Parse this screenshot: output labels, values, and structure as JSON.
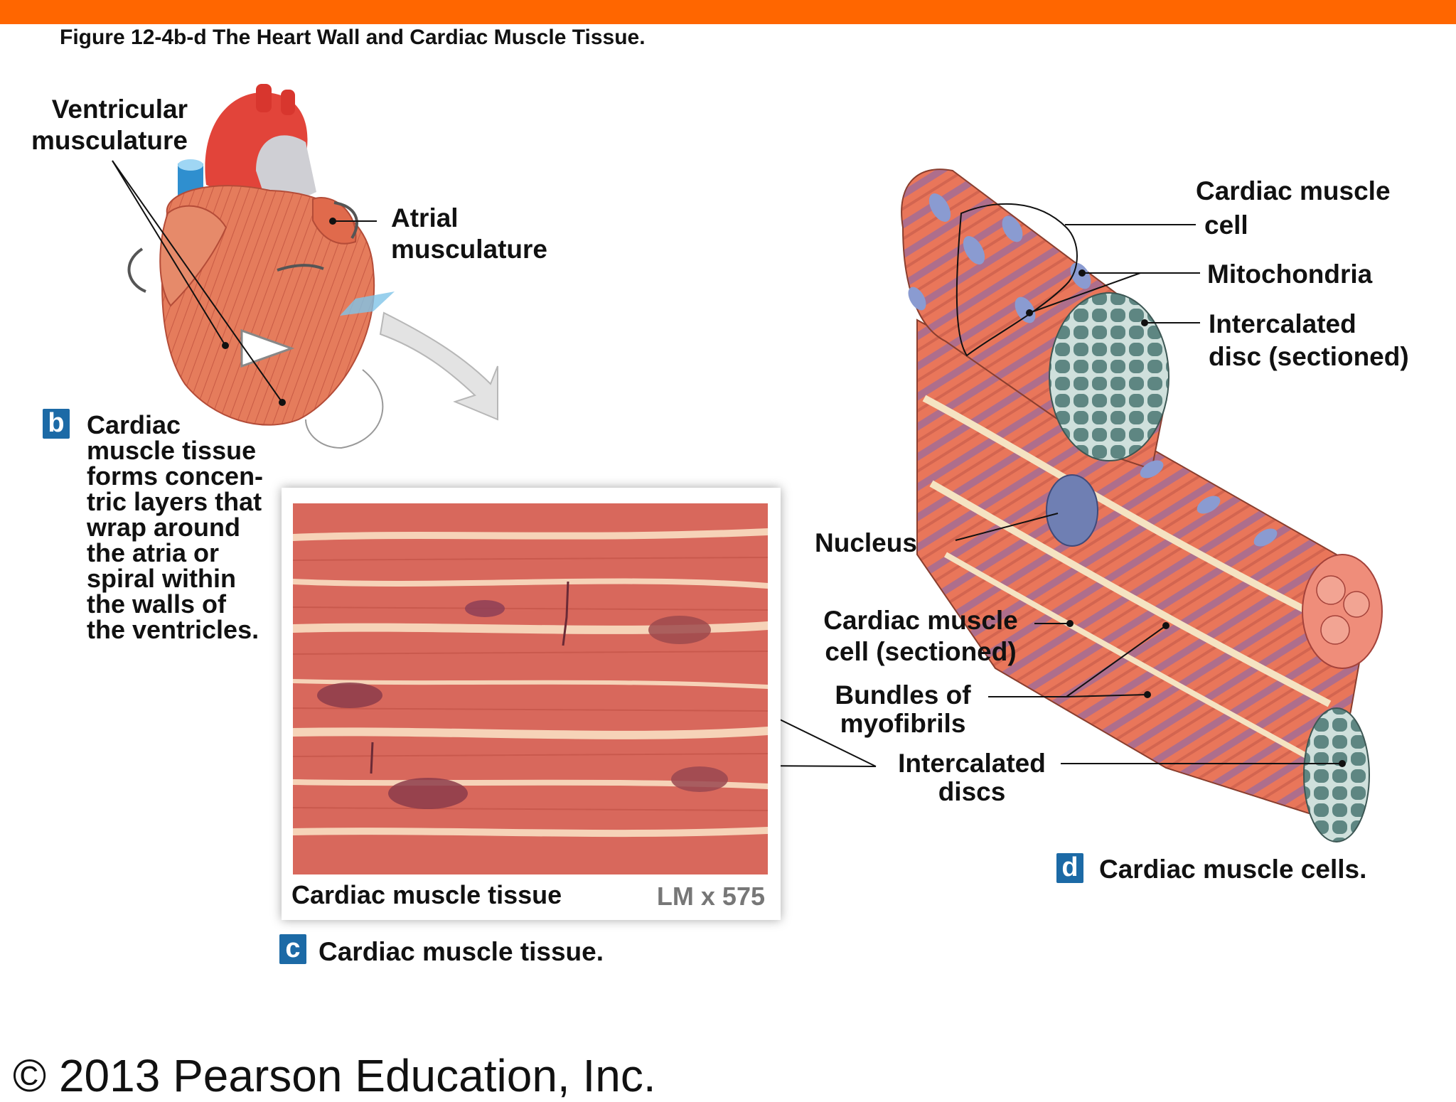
{
  "figure_title": "Figure 12-4b-d  The Heart Wall and Cardiac Muscle Tissue.",
  "labels": {
    "ventricular_line1": "Ventricular",
    "ventricular_line2": "musculature",
    "atrial_line1": "Atrial",
    "atrial_line2": "musculature",
    "cm_cell_line1": "Cardiac muscle",
    "cm_cell_line2": "cell",
    "mitochondria": "Mitochondria",
    "id_sectioned_line1": "Intercalated",
    "id_sectioned_line2": "disc (sectioned)",
    "nucleus": "Nucleus",
    "cm_cell_sect_line1": "Cardiac muscle",
    "cm_cell_sect_line2": "cell (sectioned)",
    "bundles_line1": "Bundles of",
    "bundles_line2": "myofibrils",
    "discs_line1": "Intercalated",
    "discs_line2": "discs"
  },
  "panel_b": {
    "badge": "b",
    "lines": [
      "Cardiac",
      "muscle tissue",
      "forms concen-",
      "tric layers that",
      "wrap around",
      "the atria or",
      "spiral within",
      "the walls of",
      "the ventricles."
    ]
  },
  "panel_c": {
    "badge": "c",
    "caption": "Cardiac muscle tissue.",
    "photo_caption": "Cardiac muscle tissue",
    "magnification": "LM x 575"
  },
  "panel_d": {
    "badge": "d",
    "caption": "Cardiac muscle cells."
  },
  "copyright": "© 2013 Pearson Education, Inc.",
  "colors": {
    "accent_bar": "#ff6600",
    "badge": "#1c6aa6",
    "muscle": "#e8775a",
    "tissue_photo": "#d8685c"
  }
}
